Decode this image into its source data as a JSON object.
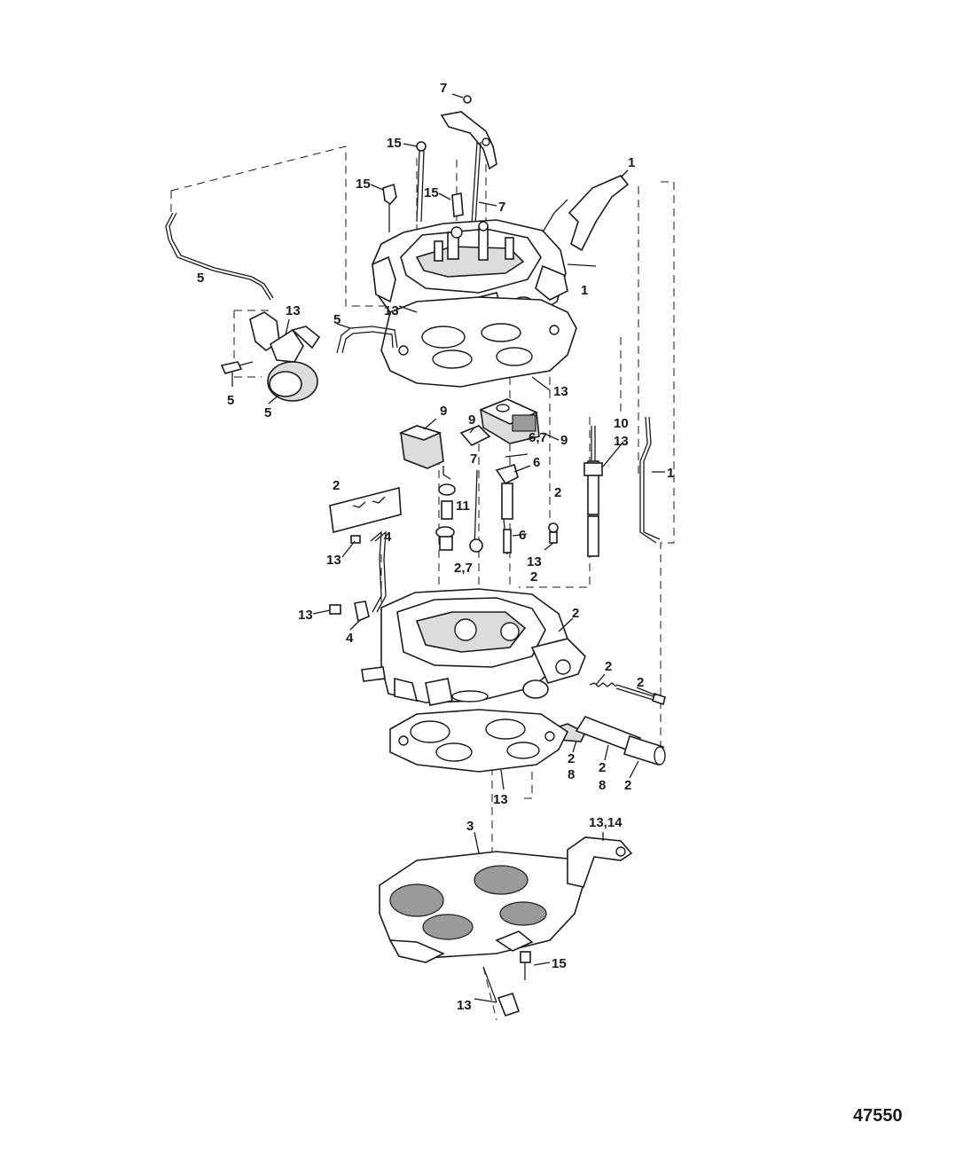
{
  "figure_number": "47550",
  "callouts": {
    "c1": "7",
    "c2": "15",
    "c3": "15",
    "c4": "15",
    "c5": "7",
    "c6": "1",
    "c7": "5",
    "c8": "1",
    "c9": "13",
    "c10": "13",
    "c11": "5",
    "c12": "13",
    "c13": "5",
    "c14": "5",
    "c15": "9",
    "c16": "9",
    "c17": "9",
    "c18": "6,7",
    "c19": "7",
    "c20": "6",
    "c21": "10",
    "c22": "13",
    "c23": "1",
    "c24": "2",
    "c25": "11",
    "c26": "2",
    "c27": "4",
    "c28": "13",
    "c29": "6",
    "c30": "2,7",
    "c31": "13",
    "c32": "2",
    "c33": "13",
    "c34": "4",
    "c35": "2",
    "c36": "2",
    "c37": "2",
    "c38": "2",
    "c39": "8",
    "c40": "2",
    "c41": "8",
    "c42": "2",
    "c43": "13",
    "c44": "3",
    "c45": "13,14",
    "c46": "15",
    "c47": "13"
  }
}
